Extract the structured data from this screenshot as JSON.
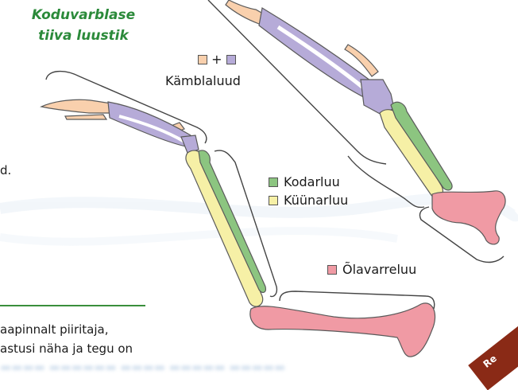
{
  "title": {
    "line1": "Koduvarblase",
    "line2": "tiiva luustik"
  },
  "metacarpal_label": {
    "plus": "+",
    "text": "Kämblaluud"
  },
  "legend": [
    {
      "name": "radius",
      "label": "Kodarluu",
      "color": "#8cc580"
    },
    {
      "name": "ulna",
      "label": "Küünarluu",
      "color": "#f6f0a6"
    }
  ],
  "humerus_label": {
    "label": "Õlavarreluu",
    "color": "#f09aa4"
  },
  "colors": {
    "title": "#2b8a3a",
    "rule": "#3a8f3b",
    "metacarpal_peach": "#f9d0ad",
    "metacarpal_lavender": "#b6abd8",
    "bone_outline": "#5a5a5a"
  },
  "fragments": {
    "left_edge": "d.",
    "text_line1": "aapinnalt piiritaja,",
    "text_line2": "astusi näha ja tegu on",
    "corner_badge": "Re"
  }
}
